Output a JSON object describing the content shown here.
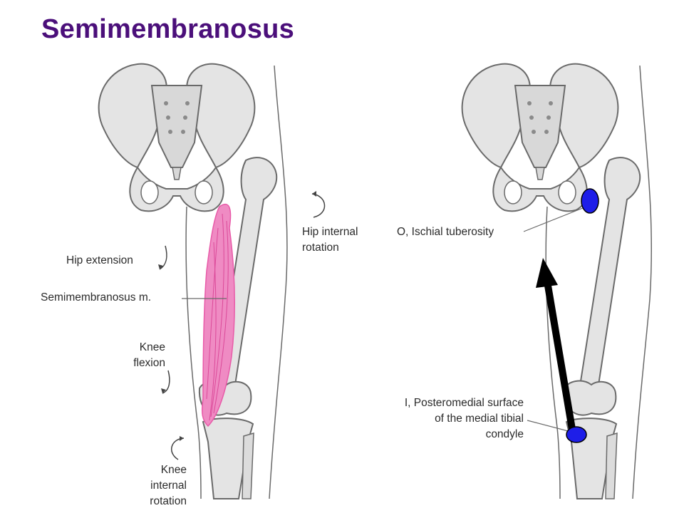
{
  "title": "Semimembranosus",
  "left_panel": {
    "labels": {
      "hip_internal_rotation_1": "Hip internal",
      "hip_internal_rotation_2": "rotation",
      "hip_extension": "Hip extension",
      "muscle": "Semimembranosus m.",
      "knee_flexion_1": "Knee",
      "knee_flexion_2": "flexion",
      "knee_internal_rotation_1": "Knee",
      "knee_internal_rotation_2": "internal",
      "knee_internal_rotation_3": "rotation"
    }
  },
  "right_panel": {
    "labels": {
      "origin": "O, Ischial tuberosity",
      "insertion_1": "I, Posteromedial surface",
      "insertion_2": "of the medial tibial",
      "insertion_3": "condyle"
    }
  },
  "colors": {
    "title": "#4b0f7a",
    "bone_fill": "#e4e4e4",
    "bone_stroke": "#6a6a6a",
    "muscle": "#e85aa8",
    "marker": "#1e1ee8",
    "arrow": "#000000"
  }
}
